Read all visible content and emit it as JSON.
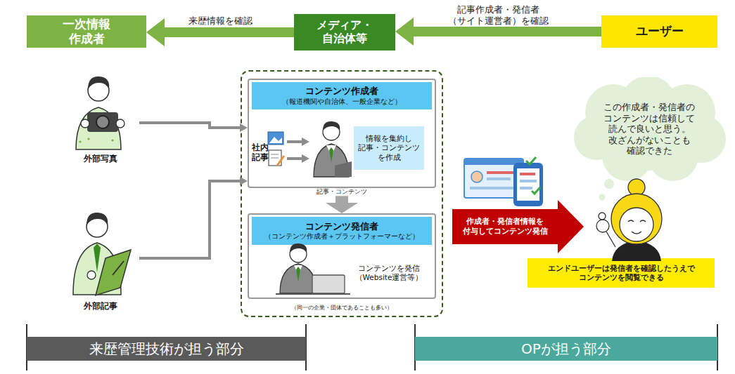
{
  "diagram": {
    "nodes": [
      {
        "text": [
          "一次情報 作成者"
        ]
      },
      {
        "text": [
          "メディア・ 自治体等"
        ]
      },
      {
        "text": [
          "ユーザー"
        ]
      },
      {
        "text": [
          "外部写真"
        ]
      },
      {
        "text": [
          "（同一の企業・団体であることも多い）"
        ]
      },
      {
        "text": [
          "コンテンツ作成者 （報道機関や自治体、一般企業など）",
          "情報を集約し 記事・コンテンツ を作成"
        ],
        "in": 4
      },
      {
        "text": [
          "コンテンツ発信者 （コンテンツ作成者＋プラットフォーマーなど）",
          "コンテンツを発信 （Website運営等）"
        ],
        "in": 4
      },
      {
        "text": [
          "外部記事"
        ]
      },
      {
        "text": [
          "作成者・発信者情報を 付与してコンテンツ発信"
        ]
      },
      {
        "text": [
          "この作成者・発信者の コンテンツは信頼して 読んで良いと思う。 改ざんがないことも 確認できた"
        ]
      },
      {
        "text": [
          "エンドユーザーは発信者を確認したうえで コンテンツを閲覧できる"
        ]
      },
      {
        "text": [
          "来歴管理技術が担う部分"
        ]
      },
      {
        "text": [
          "OPが担う部分"
        ]
      }
    ],
    "edges": [
      {
        "from": 1,
        "to": 0,
        "label": "来歴情報を確認",
        "arrow": "to"
      },
      {
        "from": 2,
        "to": 1,
        "label": "記事作成者・発信者 （サイト運営者）を確認",
        "arrow": "to"
      },
      {
        "from": 3,
        "to": 5,
        "arrow": "to"
      },
      {
        "from": 7,
        "to": 5,
        "arrow": "to"
      },
      {
        "from": 5,
        "to": 6,
        "label": "記事・コンテンツ",
        "arrow": "to"
      }
    ],
    "labels": [
      "社内 記事"
    ]
  }
}
